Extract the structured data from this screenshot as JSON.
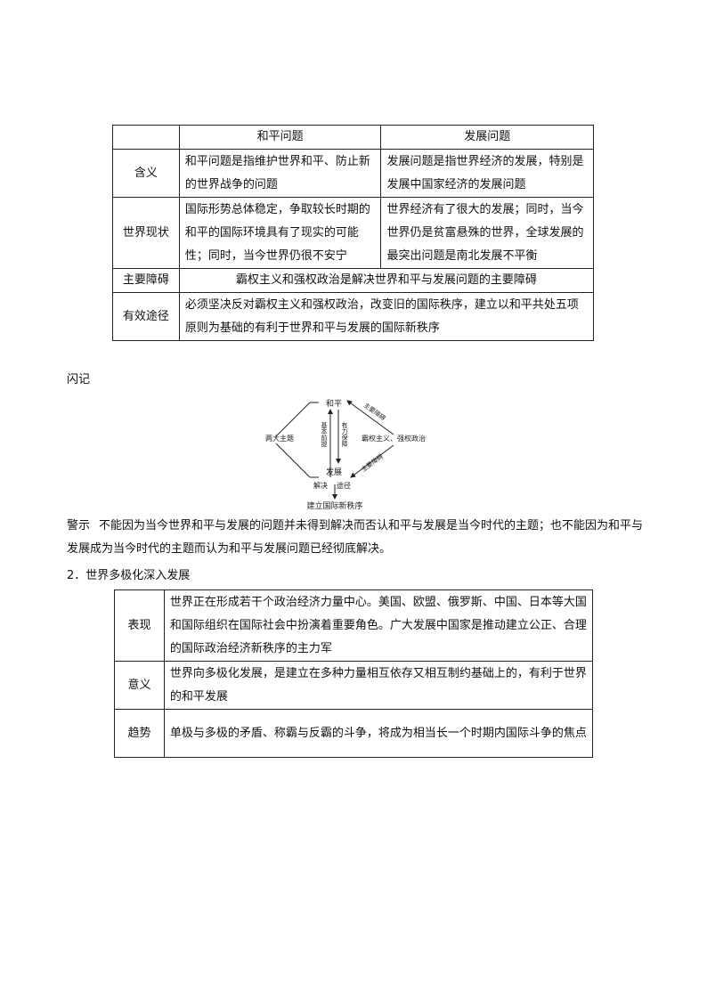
{
  "table1": {
    "headers": [
      "",
      "和平问题",
      "发展问题"
    ],
    "rows": [
      {
        "label": "含义",
        "peace": "和平问题是指维护世界和平、防止新的世界战争的问题",
        "development": "发展问题是指世界经济的发展，特别是发展中国家经济的发展问题"
      },
      {
        "label": "世界现状",
        "peace": "国际形势总体稳定，争取较长时期的和平的国际环境具有了现实的可能性；同时，当今世界仍很不安宁",
        "development": "世界经济有了很大的发展；同时，当今世界仍是贫富悬殊的世界，全球发展的最突出问题是南北发展不平衡"
      },
      {
        "label": "主要障碍",
        "merged": "霸权主义和强权政治是解决世界和平与发展问题的主要障碍"
      },
      {
        "label": "有效途径",
        "merged": "必须坚决反对霸权主义和强权政治，改变旧的国际秩序，建立以和平共处五项原则为基础的有利于世界和平与发展的国际新秩序"
      }
    ]
  },
  "flash_label": "闪记",
  "diagram": {
    "top": "和平",
    "bottom": "发展",
    "left": "两大主题",
    "right": "霸权主义、强权政治",
    "arrow_up_label": "主要障碍",
    "arrow_down_label": "主要障碍",
    "vert_left": "基本前提",
    "vert_right": "有力保障",
    "solve": "解决",
    "path": "途径",
    "bottom_result": "建立国际新秩序"
  },
  "warning": {
    "label": "警示",
    "text": "不能因为当今世界和平与发展的问题并未得到解决而否认和平与发展是当今时代的主题；也不能因为和平与发展成为当今时代的主题而认为和平与发展问题已经彻底解决。"
  },
  "section2_title": "2．世界多极化深入发展",
  "table2": {
    "rows": [
      {
        "label": "表现",
        "text": "世界正在形成若干个政治经济力量中心。美国、欧盟、俄罗斯、中国、日本等大国和国际组织在国际社会中扮演着重要角色。广大发展中国家是推动建立公正、合理的国际政治经济新秩序的主力军"
      },
      {
        "label": "意义",
        "text": "世界向多极化发展，是建立在多种力量相互依存又相互制约基础上的，有利于世界的和平发展"
      },
      {
        "label": "趋势",
        "text": "单极与多极的矛盾、称霸与反霸的斗争，将成为相当长一个时期内国际斗争的焦点"
      }
    ]
  }
}
